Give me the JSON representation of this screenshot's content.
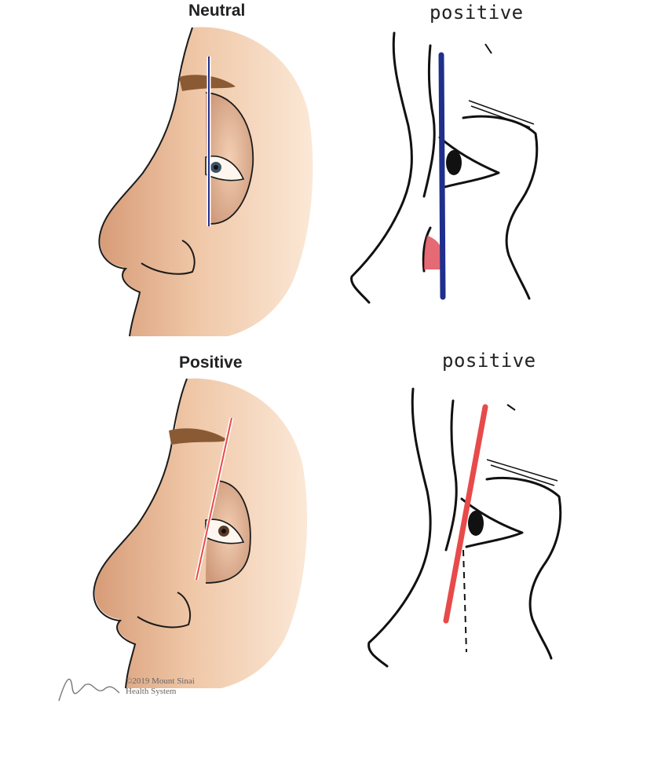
{
  "labels": {
    "top_left": "Neutral",
    "top_right": "positive",
    "bottom_left": "Positive",
    "bottom_right": "positive"
  },
  "credit": {
    "signature": "JGregory",
    "line1": "©2019 Mount Sinai",
    "line2": "Health System"
  },
  "colors": {
    "skin_light": "#f6dcc4",
    "skin": "#e9b896",
    "skin_shadow": "#c98f6f",
    "brow": "#8a5a35",
    "neutral_line": "#1f2f8c",
    "positive_line": "#e84a4a",
    "ink": "#111111",
    "highlight_red": "#e0505a"
  },
  "icons": [
    "face-profile-illustration",
    "face-line-drawing"
  ]
}
